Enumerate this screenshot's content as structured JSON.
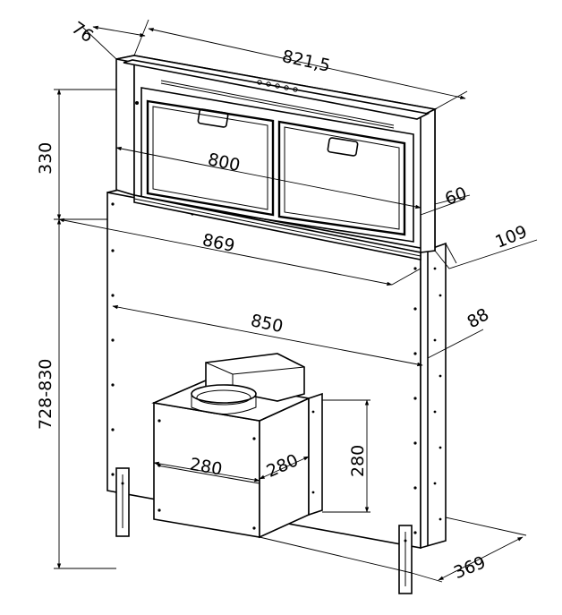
{
  "dimensions": {
    "d76": "76",
    "d821_5": "821,5",
    "d330": "330",
    "d800": "800",
    "d60": "60",
    "d109": "109",
    "d869": "869",
    "d850": "850",
    "d88": "88",
    "d728_830": "728-830",
    "d280_w": "280",
    "d280_d": "280",
    "d280_h": "280",
    "d369": "369"
  }
}
